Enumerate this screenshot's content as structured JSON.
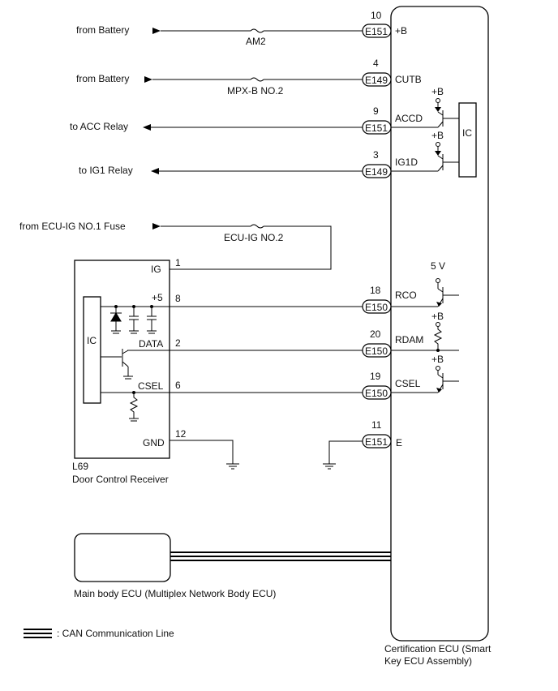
{
  "ecu": {
    "certification_line1": "Certification ECU (Smart",
    "certification_line2": "Key ECU Assembly)",
    "main_body": "Main body ECU (Multiplex Network Body ECU)",
    "receiver_code": "L69",
    "receiver_name": "Door Control Receiver",
    "ic_label": "IC"
  },
  "sources": {
    "battery1": "from Battery",
    "battery2": "from Battery",
    "acc": "to ACC Relay",
    "ig1": "to IG1 Relay",
    "ecu_ig": "from ECU-IG NO.1 Fuse"
  },
  "fuses": {
    "am2": "AM2",
    "mpxb": "MPX-B NO.2",
    "ecuig": "ECU-IG NO.2"
  },
  "certification_pins": [
    {
      "pin": "10",
      "connector": "E151",
      "terminal": "+B"
    },
    {
      "pin": "4",
      "connector": "E149",
      "terminal": "CUTB"
    },
    {
      "pin": "9",
      "connector": "E151",
      "terminal": "ACCD"
    },
    {
      "pin": "3",
      "connector": "E149",
      "terminal": "IG1D"
    },
    {
      "pin": "18",
      "connector": "E150",
      "terminal": "RCO"
    },
    {
      "pin": "20",
      "connector": "E150",
      "terminal": "RDAM"
    },
    {
      "pin": "19",
      "connector": "E150",
      "terminal": "CSEL"
    },
    {
      "pin": "11",
      "connector": "E151",
      "terminal": "E"
    }
  ],
  "receiver_pins": [
    {
      "pin": "1",
      "terminal": "IG"
    },
    {
      "pin": "8",
      "terminal": "+5"
    },
    {
      "pin": "2",
      "terminal": "DATA"
    },
    {
      "pin": "6",
      "terminal": "CSEL"
    },
    {
      "pin": "12",
      "terminal": "GND"
    }
  ],
  "supply": {
    "plus_b": "+B",
    "five_v": "5 V"
  },
  "legend": {
    "can": ": CAN Communication Line"
  }
}
